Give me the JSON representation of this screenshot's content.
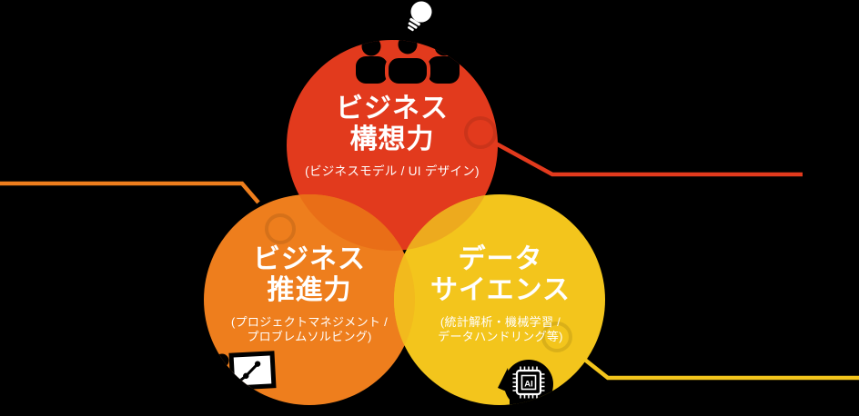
{
  "background_color": "#000000",
  "diagram": {
    "type": "venn-3-circles",
    "circles": {
      "conception": {
        "title_line1": "ビジネス",
        "title_line2": "構想力",
        "subtitle_line1": "(ビジネスモデル / UI デザイン)",
        "color": "#e23a1d",
        "icon": "team-with-lightbulb-icon"
      },
      "promotion": {
        "title_line1": "ビジネス",
        "title_line2": "推進力",
        "subtitle_line1": "(プロジェクトマネジメント /",
        "subtitle_line2": "プロブレムソルビング)",
        "color": "#ee7e1d",
        "icon": "presenter-chart-icon"
      },
      "datascience": {
        "title_line1": "データ",
        "title_line2": "サイエンス",
        "subtitle_line1": "(統計解析・機械学習 /",
        "subtitle_line2": "データハンドリング等)",
        "color": "#f3c51c",
        "icon": "ai-head-icon"
      }
    },
    "overlap_colors": {
      "conception_promotion": "#e96e17",
      "conception_datascience": "#edaa1e",
      "promotion_datascience": "#f2ba1d",
      "all_three": "#efae24"
    },
    "connector_lines": {
      "left": "#ee7e1d",
      "right": "#e23a1d",
      "bottom_right": "#f3c51c"
    },
    "icon_colors": {
      "silhouette": "#000000",
      "white": "#ffffff"
    },
    "ai_chip_label": "AI"
  }
}
